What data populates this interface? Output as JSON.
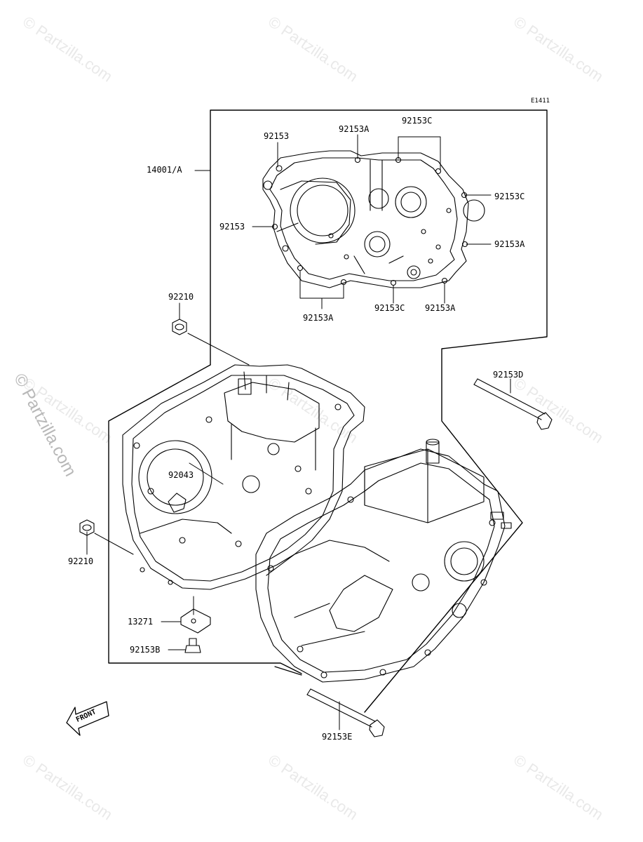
{
  "figure_id": "E1411",
  "watermark": "© Partzilla.com",
  "front_label": "FRONT",
  "labels": {
    "crankcase": "14001/A",
    "bolt_92153_top": "92153",
    "bolt_92153_left": "92153",
    "bolt_A_top": "92153A",
    "bolt_C_top": "92153C",
    "bolt_C_right": "92153C",
    "bolt_A_right": "92153A",
    "bolt_A_bottom_left": "92153A",
    "bolt_C_bottom": "92153C",
    "bolt_A_bottom_right": "92153A",
    "cap_upper": "92210",
    "cap_lower": "92210",
    "pin": "92043",
    "bolt_D": "92153D",
    "bracket": "13271",
    "bolt_B": "92153B",
    "bolt_E": "92153E"
  },
  "colors": {
    "line": "#000000",
    "watermark": "#e9e9e9"
  }
}
